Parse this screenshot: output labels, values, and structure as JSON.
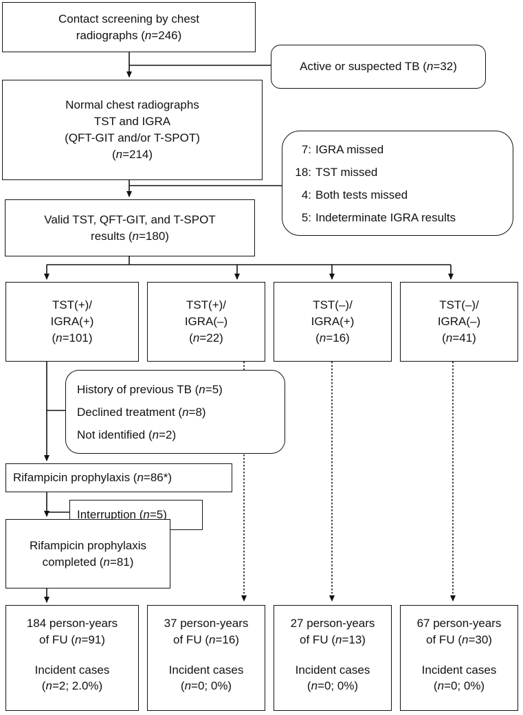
{
  "screening": {
    "line1": "Contact screening by chest",
    "line2_pre": "radiographs (",
    "n_var": "n",
    "line2_post": "=246)"
  },
  "active_tb": {
    "pre": "Active or suspected TB (",
    "n_var": "n",
    "post": "=32)"
  },
  "normal": {
    "line1": "Normal chest radiographs",
    "line2": "TST and IGRA",
    "line3": "(QFT-GIT and/or T-SPOT)",
    "line4_pre": "(",
    "n_var": "n",
    "line4_post": "=214)"
  },
  "missed": {
    "items": [
      {
        "count": "7:",
        "label": "IGRA missed"
      },
      {
        "count": "18:",
        "label": "TST missed"
      },
      {
        "count": "4:",
        "label": "Both tests missed"
      },
      {
        "count": "5:",
        "label": "Indeterminate IGRA results"
      }
    ]
  },
  "valid": {
    "line1": "Valid TST, QFT-GIT, and T-SPOT",
    "line2_pre": "results (",
    "n_var": "n",
    "line2_post": "=180)"
  },
  "groups": [
    {
      "tst": "TST(+)/",
      "igra": "IGRA(+)",
      "n_pre": "(",
      "n_var": "n",
      "n_post": "=101)"
    },
    {
      "tst": "TST(+)/",
      "igra": "IGRA(–)",
      "n_pre": "(",
      "n_var": "n",
      "n_post": "=22)"
    },
    {
      "tst": "TST(–)/",
      "igra": "IGRA(+)",
      "n_pre": "(",
      "n_var": "n",
      "n_post": "=16)"
    },
    {
      "tst": "TST(–)/",
      "igra": "IGRA(–)",
      "n_pre": "(",
      "n_var": "n",
      "n_post": "=41)"
    }
  ],
  "exclusions": {
    "items": [
      {
        "pre": "History of previous TB (",
        "n_var": "n",
        "post": "=5)"
      },
      {
        "pre": "Declined treatment (",
        "n_var": "n",
        "post": "=8)"
      },
      {
        "pre": "Not identified (",
        "n_var": "n",
        "post": "=2)"
      }
    ]
  },
  "rif": {
    "pre": "Rifampicin prophylaxis (",
    "n_var": "n",
    "post": "=86*)"
  },
  "interruption": {
    "pre": "Interruption (",
    "n_var": "n",
    "post": "=5)"
  },
  "completed": {
    "line1": "Rifampicin prophylaxis",
    "line2_pre": "completed (",
    "n_var": "n",
    "line2_post": "=81)"
  },
  "outcomes": [
    {
      "py": "184 person-years",
      "fu_pre": "of FU (",
      "fu_var": "n",
      "fu_post": "=91)",
      "cases_label": "Incident cases",
      "cases_pre": "(",
      "cases_var": "n",
      "cases_post": "=2; 2.0%)"
    },
    {
      "py": "37 person-years",
      "fu_pre": "of FU (",
      "fu_var": "n",
      "fu_post": "=16)",
      "cases_label": "Incident cases",
      "cases_pre": "(",
      "cases_var": "n",
      "cases_post": "=0; 0%)"
    },
    {
      "py": "27 person-years",
      "fu_pre": "of FU (",
      "fu_var": "n",
      "fu_post": "=13)",
      "cases_label": "Incident cases",
      "cases_pre": "(",
      "cases_var": "n",
      "cases_post": "=0; 0%)"
    },
    {
      "py": "67 person-years",
      "fu_pre": "of FU (",
      "fu_var": "n",
      "fu_post": "=30)",
      "cases_label": "Incident cases",
      "cases_pre": "(",
      "cases_var": "n",
      "cases_post": "=0; 0%)"
    }
  ],
  "colors": {
    "line": "#111111",
    "background": "#ffffff"
  }
}
